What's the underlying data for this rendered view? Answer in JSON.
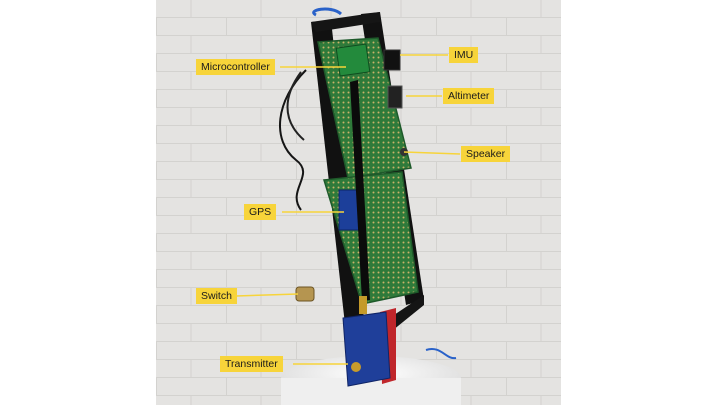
{
  "labels": {
    "microcontroller": "Microcontroller",
    "imu": "IMU",
    "altimeter": "Altimeter",
    "speaker": "Speaker",
    "gps": "GPS",
    "switch": "Switch",
    "transmitter": "Transmitter"
  },
  "colors": {
    "callout_bg": "#f7d43a",
    "callout_line": "#f7d43a",
    "wall": "#e3e2e0",
    "frame": "#111111",
    "perfboard": "#2f7a3a",
    "xbee_board": "#1f3f9a",
    "xbee_red": "#c0262b"
  }
}
